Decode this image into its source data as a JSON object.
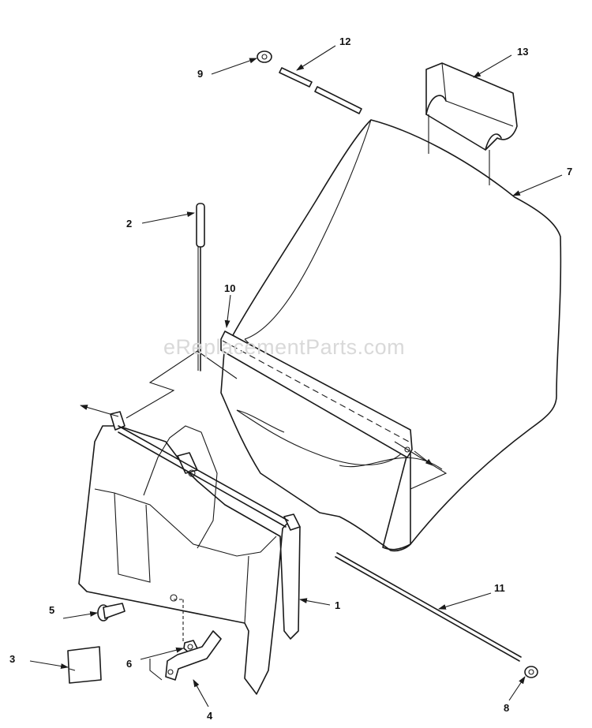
{
  "watermark": "eReplacementParts.com",
  "callouts": [
    {
      "id": "1",
      "label": "1"
    },
    {
      "id": "2",
      "label": "2"
    },
    {
      "id": "3",
      "label": "3"
    },
    {
      "id": "4",
      "label": "4"
    },
    {
      "id": "5",
      "label": "5"
    },
    {
      "id": "6",
      "label": "6"
    },
    {
      "id": "7",
      "label": "7"
    },
    {
      "id": "8",
      "label": "8"
    },
    {
      "id": "9",
      "label": "9"
    },
    {
      "id": "10",
      "label": "10"
    },
    {
      "id": "11",
      "label": "11"
    },
    {
      "id": "12",
      "label": "12"
    },
    {
      "id": "13",
      "label": "13"
    }
  ]
}
